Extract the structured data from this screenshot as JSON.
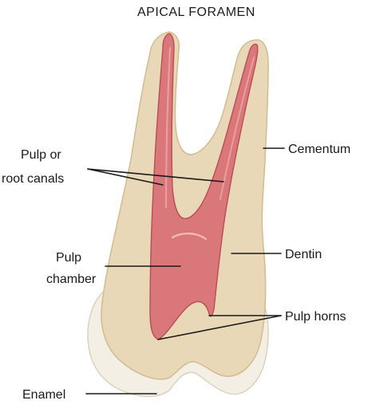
{
  "title": "APICAL FORAMEN",
  "labels": {
    "pulp_canals_line1": "Pulp or",
    "pulp_canals_line2": "root canals",
    "cementum": "Cementum",
    "pulp_chamber_line1": "Pulp",
    "pulp_chamber_line2": "chamber",
    "dentin": "Dentin",
    "pulp_horns": "Pulp horns",
    "enamel": "Enamel"
  },
  "colors": {
    "enamel": "#f3efe4",
    "dentin": "#e8d8b8",
    "cementum_outline": "#d9c39a",
    "pulp": "#d9777a",
    "pulp_edge": "#b94d55",
    "pulp_highlight": "#f0a6a6"
  }
}
